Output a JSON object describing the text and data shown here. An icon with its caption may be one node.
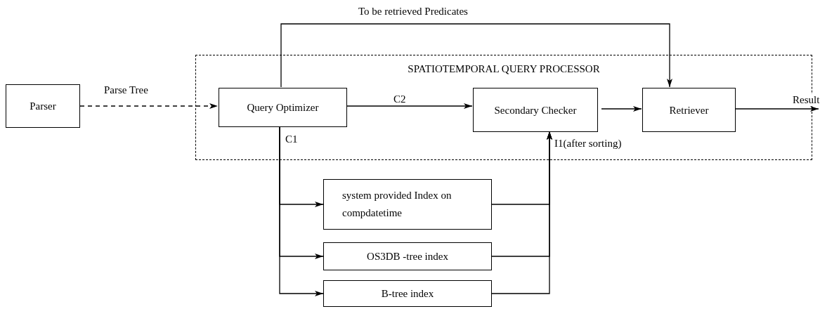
{
  "diagram": {
    "nodes": [
      {
        "text": [
          "SPATIOTEMPORAL QUERY PROCESSOR"
        ]
      },
      {
        "text": [
          "Parser"
        ]
      },
      {
        "text": [
          "Query Optimizer"
        ],
        "in": 0
      },
      {
        "text": [
          "Secondary Checker"
        ],
        "in": 0
      },
      {
        "text": [
          "Retriever"
        ],
        "in": 0
      },
      {
        "text": [
          "system provided Index on compdatetime"
        ]
      },
      {
        "text": [
          "OS3DB -tree index"
        ]
      },
      {
        "text": [
          "B-tree index"
        ]
      }
    ],
    "edges": [
      {
        "from": 1,
        "to": 2,
        "arrow": "to",
        "style": "dashed",
        "label": "Parse Tree"
      },
      {
        "from": 2,
        "to": 3,
        "arrow": "to",
        "label": "C2"
      },
      {
        "from": 3,
        "to": 4,
        "arrow": "to"
      },
      {
        "from": 4,
        "to": null,
        "arrow": "to",
        "label": "Result"
      },
      {
        "from": 2,
        "to": 4,
        "arrow": "to",
        "label": "To be retrieved Predicates"
      },
      {
        "from": 2,
        "to": 5,
        "arrow": "to",
        "label": "C1"
      },
      {
        "from": 2,
        "to": 6,
        "arrow": "to"
      },
      {
        "from": 2,
        "to": 7,
        "arrow": "to"
      },
      {
        "from": 5,
        "to": 3,
        "arrow": "to",
        "label": "I1(after sorting)"
      },
      {
        "from": 6,
        "to": 3,
        "arrow": "to"
      },
      {
        "from": 7,
        "to": 3,
        "arrow": "to"
      }
    ]
  }
}
